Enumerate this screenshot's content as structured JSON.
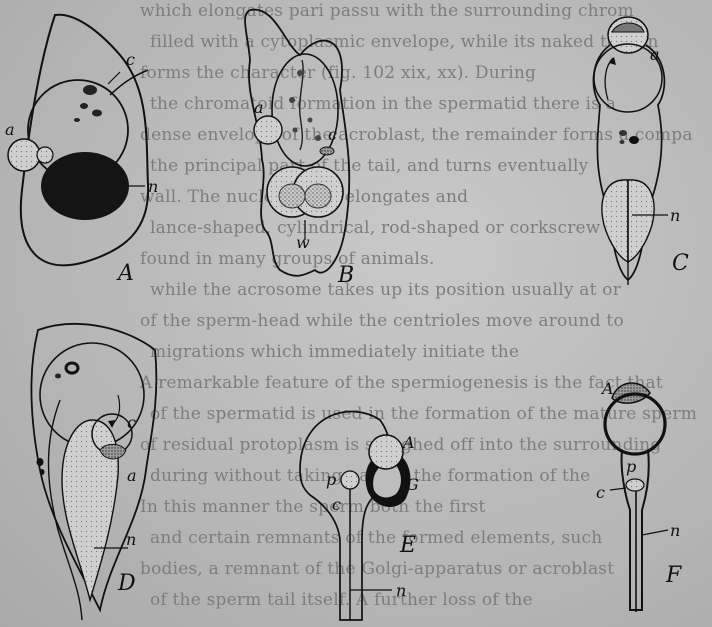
{
  "figure": {
    "panels": [
      {
        "id": "A",
        "labels": {
          "panel": "A",
          "a": "a",
          "c": "c",
          "n": "n"
        }
      },
      {
        "id": "B",
        "labels": {
          "panel": "B",
          "a": "a",
          "c": "c",
          "w": "w"
        }
      },
      {
        "id": "C",
        "labels": {
          "panel": "C",
          "a": "a",
          "n": "n"
        }
      },
      {
        "id": "D",
        "labels": {
          "panel": "D",
          "c": "c",
          "a": "a",
          "n": "n"
        }
      },
      {
        "id": "E",
        "labels": {
          "panel": "E",
          "A": "A",
          "p": "p",
          "c": "c",
          "G": "G",
          "n": "n"
        }
      },
      {
        "id": "F",
        "labels": {
          "panel": "F",
          "A": "A",
          "p": "p",
          "c": "c",
          "n": "n"
        }
      }
    ]
  },
  "background_text": [
    "which elongates pari passu with the surrounding chrom",
    "filled with a cytoplasmic envelope, while its naked termin",
    "forms the character (fig. 102 xix, xx). During",
    "the chromatoid formation in the spermatid there is a",
    "dense envelope of the acroblast, the remainder forms a compa",
    "the principal part of the tail, and turns eventually",
    "wall. The nucleus then elongates and",
    "lance-shaped, cylindrical, rod-shaped or corkscrew",
    "found in many groups of animals.",
    "while the acrosome takes up its position usually at or",
    "of the sperm-head while the centrioles move around to",
    "migrations which immediately initiate the",
    "A remarkable feature of the spermiogenesis is the fact that",
    "of the spermatid is used in the formation of the mature sperm",
    "of residual protoplasm is sloughed off into the surrounding",
    "during without taking part to the formation of the",
    "In this manner the sperm both the first",
    "and certain remnants of the formed elements, such",
    "bodies, a remnant of the Golgi-apparatus or acroblast",
    "of the sperm tail itself. A further loss of the"
  ]
}
